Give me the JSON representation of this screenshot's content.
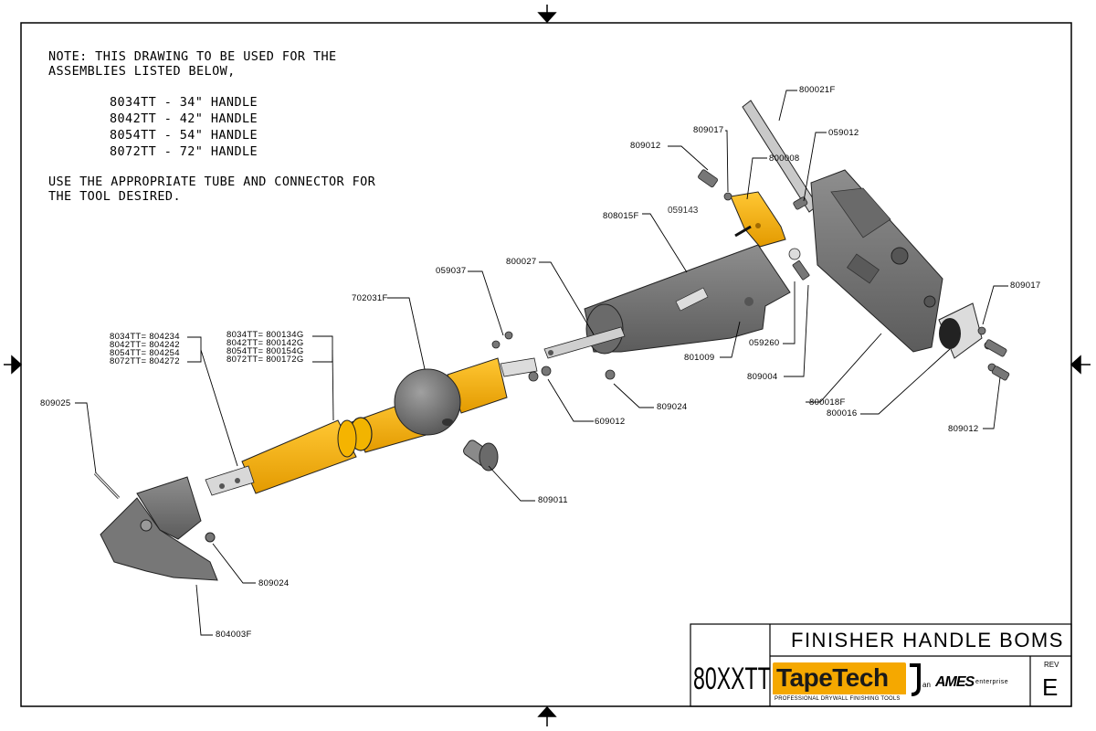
{
  "notes": {
    "line1": "NOTE: THIS DRAWING TO BE USED FOR THE",
    "line2": "ASSEMBLIES LISTED BELOW,",
    "assemblies": [
      "8034TT - 34\" HANDLE",
      "8042TT - 42\" HANDLE",
      "8054TT - 54\" HANDLE",
      "8072TT - 72\" HANDLE"
    ],
    "use1": "USE THE APPROPRIATE TUBE AND CONNECTOR FOR",
    "use2": "THE TOOL DESIRED."
  },
  "tube_table": [
    "8034TT= 804234",
    "8042TT= 804242",
    "8054TT= 804254",
    "8072TT= 804272"
  ],
  "connector_table": [
    "8034TT= 800134G",
    "8042TT= 800142G",
    "8054TT= 800154G",
    "8072TT= 800172G"
  ],
  "parts": {
    "p800021F": "800021F",
    "p809017a": "809017",
    "p059012": "059012",
    "p809012a": "809012",
    "p800008": "800008",
    "p808015F": "808015F",
    "p059143": "059143",
    "p059037": "059037",
    "p800027": "800027",
    "p702031F": "702031F",
    "p809017b": "809017",
    "p059260": "059260",
    "p801009": "801009",
    "p809004": "809004",
    "p800018F": "800018F",
    "p800016": "800016",
    "p809012b": "809012",
    "p809024a": "809024",
    "p609012": "609012",
    "p809025": "809025",
    "p809011": "809011",
    "p809024b": "809024",
    "p804003F": "804003F"
  },
  "title_block": {
    "title": "FINISHER HANDLE BOMS",
    "drawing_number": "80XXTT",
    "rev_label": "REV",
    "rev": "E",
    "logo_text": "TapeTech",
    "logo_sub": "PROFESSIONAL DRYWALL FINISHING TOOLS",
    "an": "an",
    "ames": "AMES",
    "enterprise": "enterprise"
  },
  "colors": {
    "accent": "#F5A800",
    "part_gray": "#7a7a7a",
    "dark_gray": "#4a4a4a"
  }
}
